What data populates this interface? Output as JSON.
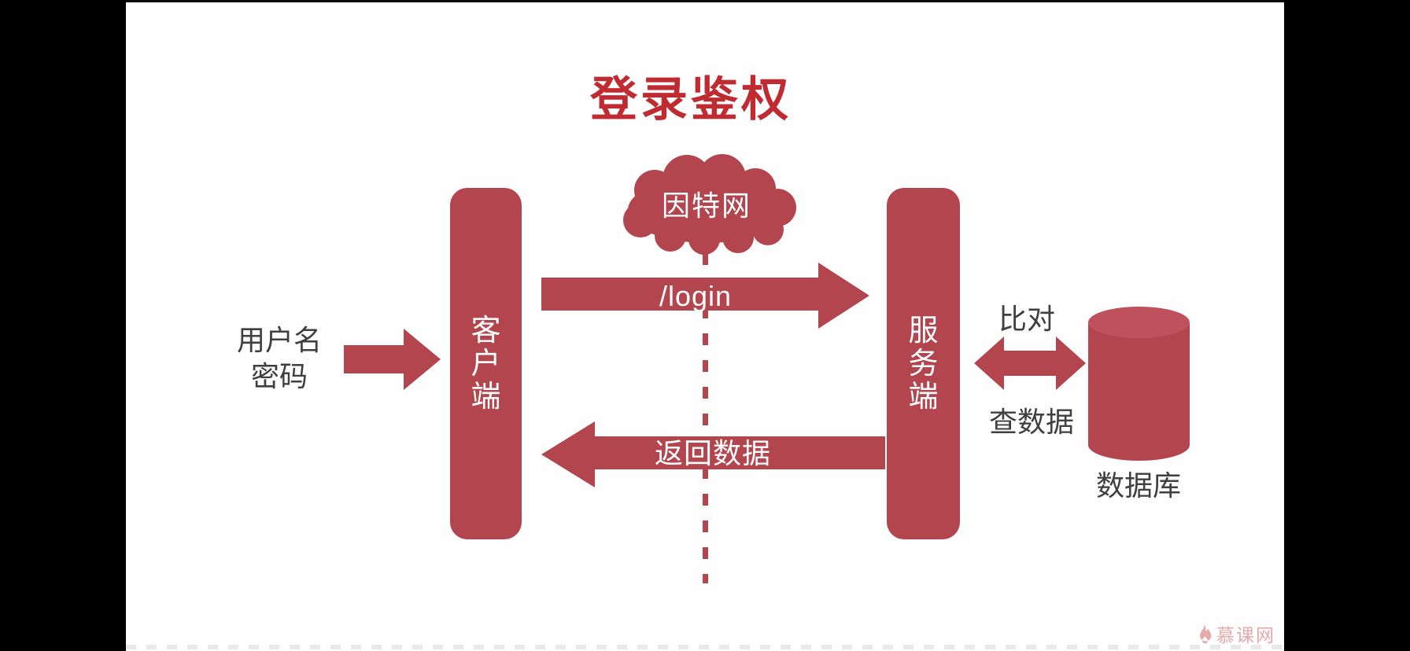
{
  "title": {
    "text": "登录鉴权"
  },
  "colors": {
    "shape_red": "#b3454e",
    "title_red": "#c02b31",
    "text_dark": "#3f3f3f",
    "white": "#ffffff",
    "watermark_pink": "#e6a9ac",
    "letterbox": "#000000",
    "dash_gray": "#e9e9e9",
    "cyl_top": "#bf515c"
  },
  "cloud": {
    "label": "因特网"
  },
  "credentials": {
    "line1": "用户名",
    "line2": "密码"
  },
  "client": {
    "label": "客户端"
  },
  "server": {
    "label": "服务端"
  },
  "arrows": {
    "login_label": "/login",
    "return_label": "返回数据",
    "compare_label": "比对",
    "query_label": "查数据"
  },
  "database": {
    "label": "数据库"
  },
  "watermark": {
    "brand": "慕课网"
  }
}
